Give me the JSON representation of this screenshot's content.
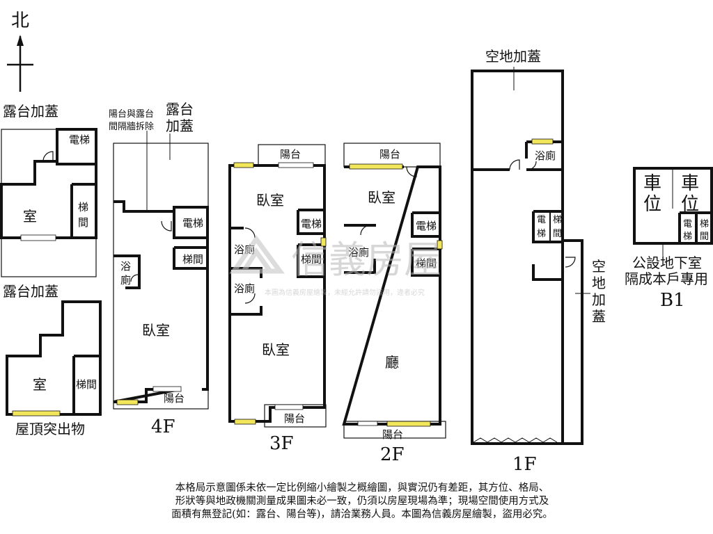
{
  "compass": {
    "north": "北"
  },
  "roof": {
    "top_label": "露台加蓋",
    "bottom_label": "露台加蓋",
    "elevator": "電梯",
    "stairs": "梯間",
    "room": "室",
    "room2": "室",
    "stairs2": "梯間",
    "floor_name": "屋頂突出物"
  },
  "f4": {
    "note": [
      "陽台與露台",
      "間隔牆拆除"
    ],
    "terrace": [
      "露台",
      "加蓋"
    ],
    "elevator": "電梯",
    "stairs": "梯間",
    "bath": [
      "浴",
      "廁"
    ],
    "bedroom": "臥室",
    "balcony": "陽台",
    "floor_name": "4F"
  },
  "f3": {
    "balcony_top": "陽台",
    "bedroom1": "臥室",
    "elevator": "電梯",
    "bath1": "浴廁",
    "stairs": "梯間",
    "bath2": "浴廁",
    "bedroom2": "臥室",
    "balcony_bottom": "陽台",
    "floor_name": "3F"
  },
  "f2": {
    "balcony_top": "陽台",
    "bedroom": "臥室",
    "elevator": "電梯",
    "bath": "浴廁",
    "stairs": "梯間",
    "living": "廳",
    "balcony_bottom": "陽台",
    "floor_name": "2F"
  },
  "f1": {
    "top_label": "空地加蓋",
    "bath": "浴廁",
    "elevator": [
      "電",
      "梯"
    ],
    "stairs": [
      "梯",
      "間"
    ],
    "side_label": [
      "空",
      "地",
      "加",
      "蓋"
    ],
    "floor_name": "1F"
  },
  "b1": {
    "parking1": [
      "車",
      "位"
    ],
    "parking2": [
      "車",
      "位"
    ],
    "elevator": [
      "電",
      "梯"
    ],
    "stairs": [
      "梯",
      "間"
    ],
    "caption": [
      "公設地下室",
      "隔成本戶專用"
    ],
    "floor_name": "B1"
  },
  "watermark": {
    "brand": "信義房屋",
    "line": "本圖為信義房屋繪製，未經允許請勿盜用，違者必究"
  },
  "disclaimer": [
    "本格局示意圖係未依一定比例縮小繪製之概繪圖，與實況仍有差距，其方位、格局、",
    "形狀等與地政機關測量成果圖未必一致，仍須以房屋現場為準；現場空間使用方式及",
    "面積有無登記(如：露台、陽台等)，請洽業務人員。本圖為信義房屋繪製，盜用必究。"
  ]
}
